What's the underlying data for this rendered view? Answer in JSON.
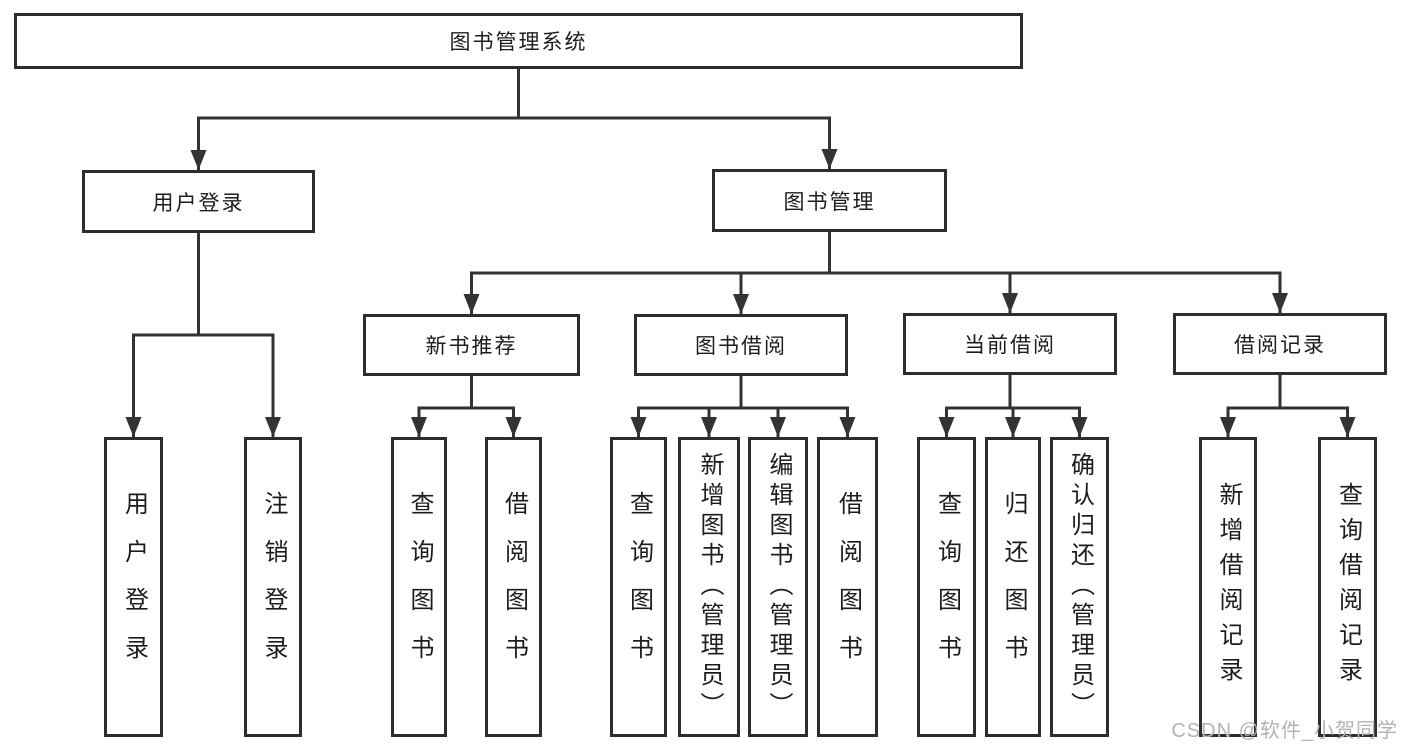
{
  "diagram": {
    "root": {
      "label": "图书管理系统"
    },
    "branches": {
      "user": {
        "label": "用户登录",
        "children": [
          {
            "label": "用户登录"
          },
          {
            "label": "注销登录"
          }
        ]
      },
      "book": {
        "label": "图书管理",
        "sections": [
          {
            "label": "新书推荐",
            "children": [
              {
                "label": "查询图书"
              },
              {
                "label": "借阅图书"
              }
            ]
          },
          {
            "label": "图书借阅",
            "children": [
              {
                "label": "查询图书"
              },
              {
                "label": "新增图书（管理员）"
              },
              {
                "label": "编辑图书（管理员）"
              },
              {
                "label": "借阅图书"
              }
            ]
          },
          {
            "label": "当前借阅",
            "children": [
              {
                "label": "查询图书"
              },
              {
                "label": "归还图书"
              },
              {
                "label": "确认归还（管理员）"
              }
            ]
          },
          {
            "label": "借阅记录",
            "children": [
              {
                "label": "新增借阅记录"
              },
              {
                "label": "查询借阅记录"
              }
            ]
          }
        ]
      }
    }
  },
  "watermark": {
    "text": "CSDN @软件_小贺同学"
  },
  "colors": {
    "line": "#333333",
    "box_border": "#2d2d2d",
    "box_background": "#ffffff",
    "text": "#1d1d1d",
    "watermark": "#b4b4b4"
  }
}
